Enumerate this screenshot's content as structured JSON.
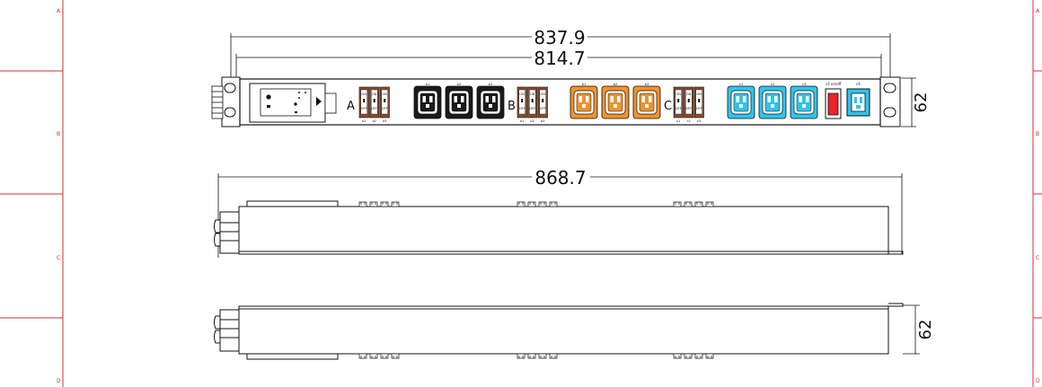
{
  "dimensions": {
    "overall_bracket": "837.9",
    "hole_pitch": "814.7",
    "body_length": "868.7",
    "height_front": "62",
    "height_bottom": "62"
  },
  "group_labels": {
    "a": "A",
    "b": "B",
    "c": "C"
  },
  "breaker_text": {
    "on": "ON",
    "off": "OFF"
  },
  "breakers": {
    "a": [
      "a1",
      "a2",
      "a3"
    ],
    "b": [
      "b1",
      "b2",
      "b3"
    ],
    "c": [
      "c1",
      "c2",
      "c3"
    ]
  },
  "outlets": {
    "a": [
      "a1",
      "a2",
      "a3"
    ],
    "b": [
      "b1",
      "b2",
      "b3"
    ],
    "c": [
      "c1",
      "c2",
      "c3"
    ]
  },
  "switch_label": "c4 on/off",
  "input_label": "c4",
  "grid_rows": [
    "A",
    "B",
    "C",
    "D"
  ],
  "colors": {
    "grid_red": "#e8252b",
    "outlet_black": "#1a1a1a",
    "outlet_orange": "#f0922b",
    "outlet_cyan": "#2fc4ec",
    "breaker_brown": "#8a4b2b",
    "switch_red": "#e8252b",
    "input_cyan": "#2fc4ec"
  }
}
